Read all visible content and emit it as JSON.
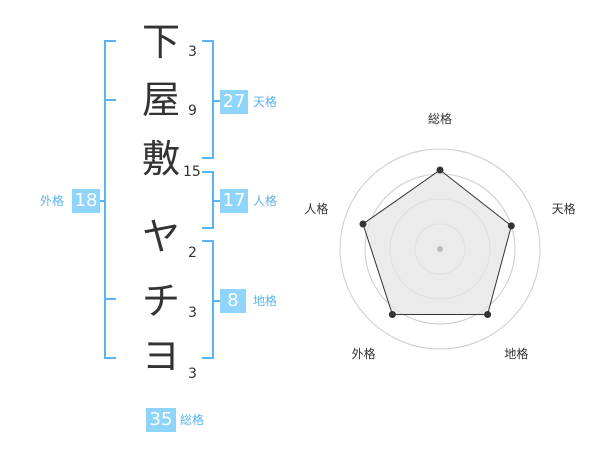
{
  "name": {
    "chars": [
      "下",
      "屋",
      "敷",
      "ヤ",
      "チ",
      "ヨ"
    ],
    "strokes": [
      "3",
      "9",
      "15",
      "2",
      "3",
      "3"
    ]
  },
  "kaku": {
    "tenkaku": {
      "value": "27",
      "label": "天格"
    },
    "jinkaku": {
      "value": "17",
      "label": "人格"
    },
    "chikaku": {
      "value": "8",
      "label": "地格"
    },
    "gaikaku": {
      "value": "18",
      "label": "外格"
    },
    "soukaku": {
      "value": "35",
      "label": "総格"
    }
  },
  "chart_data": {
    "type": "radar",
    "axes": [
      "総格",
      "天格",
      "地格",
      "外格",
      "人格"
    ],
    "values": [
      0.79,
      0.75,
      0.81,
      0.81,
      0.81
    ],
    "rings": 4,
    "colors": {
      "fill": "#e4e4e4",
      "stroke": "#333333",
      "grid": "#cccccc",
      "accent": "#5ab4ef"
    }
  }
}
